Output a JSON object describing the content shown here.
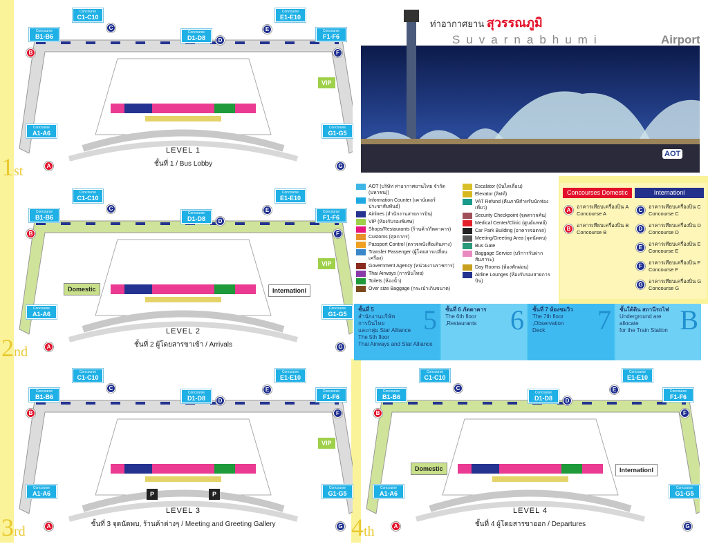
{
  "header": {
    "title_thai_prefix": "ท่าอากาศยาน",
    "title_thai": "สุวรรณภูมิ",
    "title_en": "Suvarnabhumi",
    "title_airport": "Airport",
    "logo": "AOT"
  },
  "levels": [
    {
      "title": "LEVEL 1",
      "caption": "ชั้นที่ 1 / Bus Lobby",
      "ordinal": "1",
      "ordinal_suffix": "st",
      "extras": [
        {
          "text": "VIP",
          "cls": "vip"
        }
      ]
    },
    {
      "title": "LEVEL 2",
      "caption": "ชั้นที่ 2 ผู้โดยสารขาเข้า / Arrivals",
      "ordinal": "2",
      "ordinal_suffix": "nd",
      "extras": [
        {
          "text": "Domestic",
          "cls": "dom"
        },
        {
          "text": "Internationl",
          "cls": "intl"
        },
        {
          "text": "VIP",
          "cls": "vip"
        }
      ]
    },
    {
      "title": "LEVEL 3",
      "caption": "ชั้นที่ 3 จุดนัดพบ, ร้านค้าต่างๆ / Meeting and Greeting Gallery",
      "ordinal": "3",
      "ordinal_suffix": "rd",
      "extras": [
        {
          "text": "VIP",
          "cls": "vip"
        },
        {
          "text": "P",
          "cls": "p1"
        },
        {
          "text": "P",
          "cls": "p2"
        }
      ]
    },
    {
      "title": "LEVEL 4",
      "caption": "ชั้นที่ 4 ผู้โดยสารขาออก / Departures",
      "ordinal": "4",
      "ordinal_suffix": "th",
      "extras": [
        {
          "text": "Domestic",
          "cls": "dom"
        },
        {
          "text": "Internationl",
          "cls": "intl"
        }
      ]
    }
  ],
  "concourse_tags": {
    "small_label": "Concourse",
    "A": "A1-A6",
    "B": "B1-B6",
    "C": "C1-C10",
    "D": "D1-D8",
    "E": "E1-E10",
    "F": "F1-F6",
    "G": "G1-G5"
  },
  "legend": {
    "left": [
      {
        "label": "AOT (บริษัท ท่าอากาศยานไทย จำกัด (มหาชน))",
        "color": "#3fb6e6",
        "icon": "aot-icon"
      },
      {
        "label": "Information Counter (เคาน์เตอร์ประชาสัมพันธ์)",
        "color": "#1fa9e3",
        "icon": "info-icon"
      },
      {
        "label": "Airlines (สำนักงานสายการบิน)",
        "color": "#24338f",
        "icon": "airline-icon"
      },
      {
        "label": "VIP (ห้องรับรองพิเศษ)",
        "color": "#9fd04a",
        "icon": "vip-icon"
      },
      {
        "label": "Shops/Restaurants (ร้านค้า/ภัตตาคาร)",
        "color": "#e6177f",
        "icon": "shop-icon"
      },
      {
        "label": "Customs (ศุลกากร)",
        "color": "#e8902a",
        "icon": "customs-icon"
      },
      {
        "label": "Passport Control (ตรวจหนังสือเดินทาง)",
        "color": "#f0a020",
        "icon": "passport-icon"
      },
      {
        "label": "Transfer Passenger (ผู้โดยสารเปลี่ยนเครื่อง)",
        "color": "#3a86c8",
        "icon": "transfer-icon"
      },
      {
        "label": "Government Agency (หน่วยงานราชการ)",
        "color": "#8a2a1e",
        "icon": "government-icon"
      },
      {
        "label": "Thai Airways (การบินไทย)",
        "color": "#8a3aa8",
        "icon": "thai-airways-icon"
      },
      {
        "label": "Toilets (ห้องน้ำ)",
        "color": "#1e9a3a",
        "icon": "toilet-icon"
      },
      {
        "label": "Over size Baggage (กระเป๋าเกินขนาด)",
        "color": "#7a4a1e",
        "icon": "baggage-icon"
      }
    ],
    "right": [
      {
        "label": "Escalator (บันไดเลื่อน)",
        "color": "#d8c02a",
        "icon": "escalator-icon"
      },
      {
        "label": "Elevator (ลิฟท์)",
        "color": "#d8b820",
        "icon": "elevator-icon"
      },
      {
        "label": "VAT Refund (คืนภาษีสำหรับนักท่องเที่ยว)",
        "color": "#1a9a8a",
        "icon": "vat-icon"
      },
      {
        "label": "Security Checkpoint (จุดตรวจค้น)",
        "color": "#a0505a",
        "icon": "security-icon"
      },
      {
        "label": "Medical Center/Clinic (ศูนย์แพทย์)",
        "color": "#e3202a",
        "icon": "medical-icon"
      },
      {
        "label": "Car Park Building (อาคารจอดรถ)",
        "color": "#222222",
        "icon": "parking-icon"
      },
      {
        "label": "Meeting/Greeting Area (จุดนัดพบ)",
        "color": "#555555",
        "icon": "meeting-icon"
      },
      {
        "label": "Bus Gate",
        "color": "#2a9a7a",
        "icon": "bus-gate-icon"
      },
      {
        "label": "Baggage Service (บริการรับฝากสัมภาระ)",
        "color": "#e88ac0",
        "icon": "baggage-service-icon"
      },
      {
        "label": "Day Rooms (ห้องพักผ่อน)",
        "color": "#c8a020",
        "icon": "day-room-icon"
      },
      {
        "label": "Airline Lounges (ห้องรับรองสายการบิน)",
        "color": "#24338f",
        "icon": "lounge-icon"
      }
    ]
  },
  "concourses": {
    "domestic_header": "Concourses Domestic",
    "international_header": "Internationl",
    "domestic": [
      {
        "letter": "A",
        "thai": "อาคารเทียบเครื่องบิน A",
        "en": "Concourse A"
      },
      {
        "letter": "B",
        "thai": "อาคารเทียบเครื่องบิน B",
        "en": "Concourse B"
      }
    ],
    "international": [
      {
        "letter": "C",
        "thai": "อาคารเทียบเครื่องบิน C",
        "en": "Concourse C"
      },
      {
        "letter": "D",
        "thai": "อาคารเทียบเครื่องบิน D",
        "en": "Concourse D"
      },
      {
        "letter": "E",
        "thai": "อาคารเทียบเครื่องบิน E",
        "en": "Concourse E"
      },
      {
        "letter": "F",
        "thai": "อาคารเทียบเครื่องบิน F",
        "en": "Concourse F"
      },
      {
        "letter": "G",
        "thai": "อาคารเทียบเครื่องบิน G",
        "en": "Concourse G"
      }
    ]
  },
  "floors_band": [
    {
      "big": "5",
      "lines": [
        "ชั้นที่ 5",
        "สำนักงานบริษัทการบินไทย",
        "และกลุ่ม Star Alliance",
        "The 5th floor",
        "Thai Airways and Star Alliance"
      ]
    },
    {
      "big": "6",
      "lines": [
        "ชั้นที่ 6 ภัตตาคาร",
        "The 6th floor ,Restaurants"
      ]
    },
    {
      "big": "7",
      "lines": [
        "ชั้นที่ 7 ห้องชมวิว",
        "The 7th floor ,Observation",
        "Deck"
      ]
    },
    {
      "big": "B",
      "lines": [
        "ชั้นใต้ดิน สถานีรถไฟ",
        "Underground are allocate",
        "for the Train Station"
      ]
    }
  ]
}
